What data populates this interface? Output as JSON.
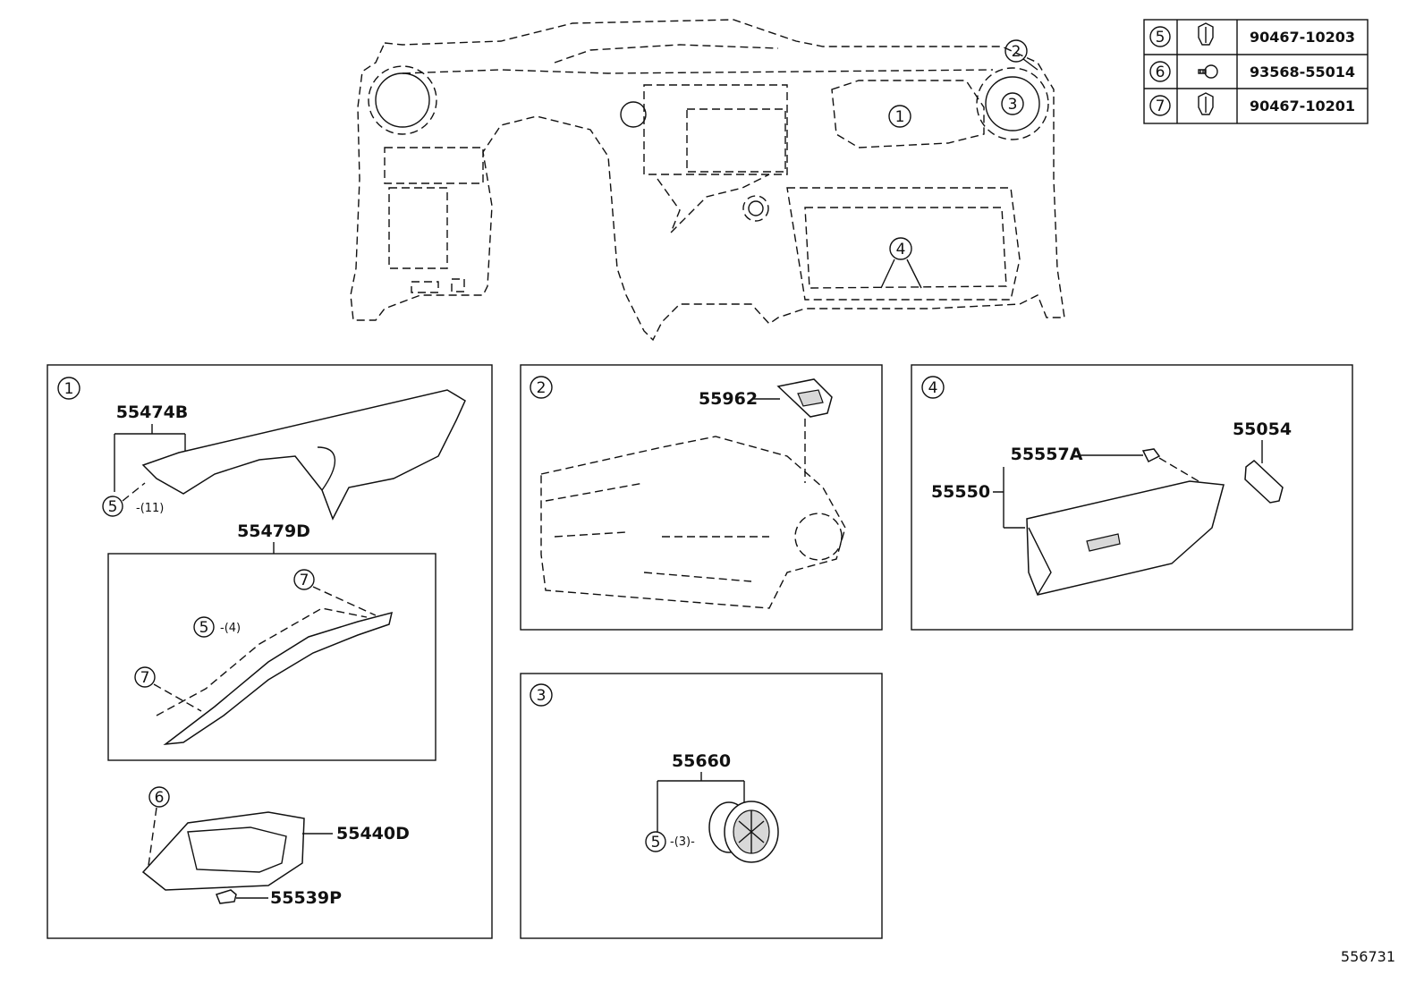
{
  "fastener_table": [
    {
      "ref": "5",
      "part_no": "90467-10203",
      "icon": "clip-icon"
    },
    {
      "ref": "6",
      "part_no": "93568-55014",
      "icon": "screw-icon"
    },
    {
      "ref": "7",
      "part_no": "90467-10201",
      "icon": "clip-icon"
    }
  ],
  "overview_refs": [
    "1",
    "2",
    "3",
    "4"
  ],
  "panel1": {
    "ref": "1",
    "labels": {
      "p55474B": "55474B",
      "p55479D": "55479D",
      "p55440D": "55440D",
      "p55539P": "55539P"
    },
    "callouts": {
      "c5a": "5",
      "c5a_qty": "-(11)",
      "c5b": "5",
      "c5b_qty": "-(4)",
      "c7a": "7",
      "c7b": "7",
      "c6": "6"
    }
  },
  "panel2": {
    "ref": "2",
    "labels": {
      "p55962": "55962"
    }
  },
  "panel3": {
    "ref": "3",
    "labels": {
      "p55660": "55660"
    },
    "callouts": {
      "c5": "5",
      "c5_qty": "-(3)-"
    }
  },
  "panel4": {
    "ref": "4",
    "labels": {
      "p55054": "55054",
      "p55557A": "55557A",
      "p55550": "55550"
    }
  },
  "diagram_id": "556731"
}
